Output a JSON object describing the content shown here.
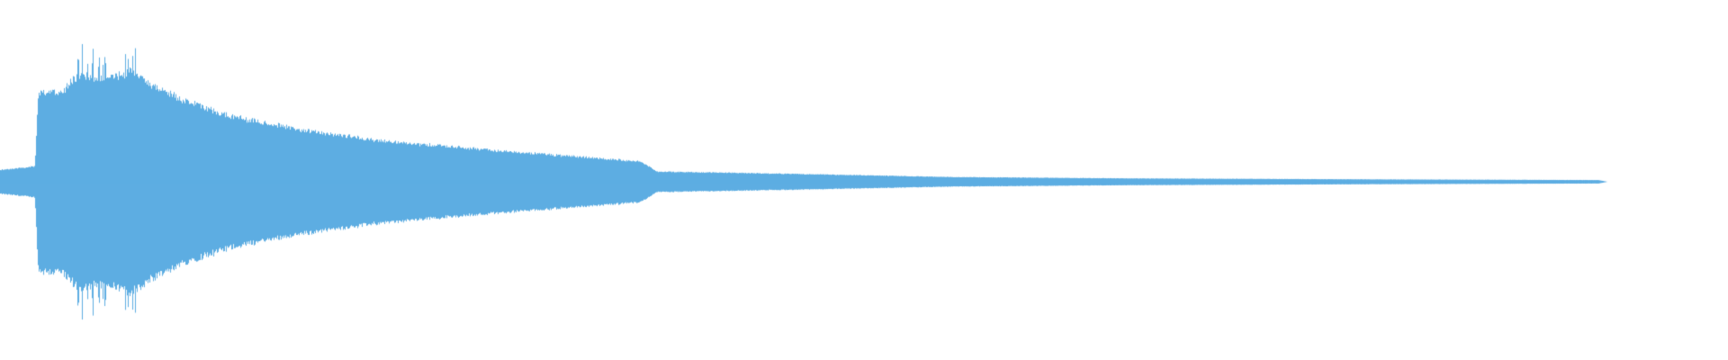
{
  "waveform": {
    "color": "#5dade2",
    "background": "#ffffff",
    "envelope": [
      {
        "t": 0.0,
        "a": 0.035
      },
      {
        "t": 0.02,
        "a": 0.045
      },
      {
        "t": 0.022,
        "a": 0.26
      },
      {
        "t": 0.035,
        "a": 0.265
      },
      {
        "t": 0.045,
        "a": 0.31
      },
      {
        "t": 0.06,
        "a": 0.3
      },
      {
        "t": 0.075,
        "a": 0.325
      },
      {
        "t": 0.09,
        "a": 0.28
      },
      {
        "t": 0.11,
        "a": 0.23
      },
      {
        "t": 0.135,
        "a": 0.19
      },
      {
        "t": 0.17,
        "a": 0.155
      },
      {
        "t": 0.22,
        "a": 0.12
      },
      {
        "t": 0.29,
        "a": 0.09
      },
      {
        "t": 0.37,
        "a": 0.06
      },
      {
        "t": 0.38,
        "a": 0.03
      },
      {
        "t": 0.47,
        "a": 0.022
      },
      {
        "t": 0.55,
        "a": 0.014
      },
      {
        "t": 0.65,
        "a": 0.01
      },
      {
        "t": 0.8,
        "a": 0.007
      },
      {
        "t": 0.925,
        "a": 0.005
      },
      {
        "t": 0.93,
        "a": 0.0
      }
    ],
    "spike_regions": [
      {
        "start": 0.04,
        "end": 0.08
      }
    ]
  }
}
